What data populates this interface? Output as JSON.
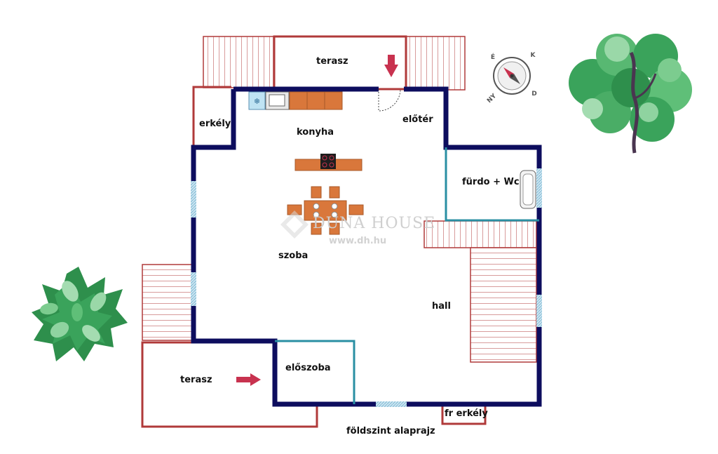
{
  "rooms": {
    "terasz_top": "terasz",
    "erkely": "erkély",
    "konyha": "konyha",
    "eloter": "előtér",
    "furdo": "fürdo + Wc",
    "szoba": "szoba",
    "hall": "hall",
    "eloszoba": "előszoba",
    "terasz_bottom": "terasz",
    "fr_erkely": "fr erkély"
  },
  "caption": "földszint alaprajz",
  "compass": {
    "letters": [
      "É",
      "K",
      "NY",
      "D"
    ]
  },
  "watermark": {
    "name": "DUNA HOUSE",
    "url": "www.dh.hu"
  },
  "colors": {
    "wall": "#0d0d5e",
    "outline_red": "#b03a3a",
    "outline_teal": "#2a8fa3",
    "window": "#9fd0e6",
    "furniture": "#d9773b",
    "arrow": "#c8324f",
    "tree": "#3aa35b"
  },
  "icons": [
    "compass-icon",
    "tree-icon",
    "bush-icon",
    "arrow-down-icon",
    "arrow-right-icon",
    "logo-icon"
  ]
}
